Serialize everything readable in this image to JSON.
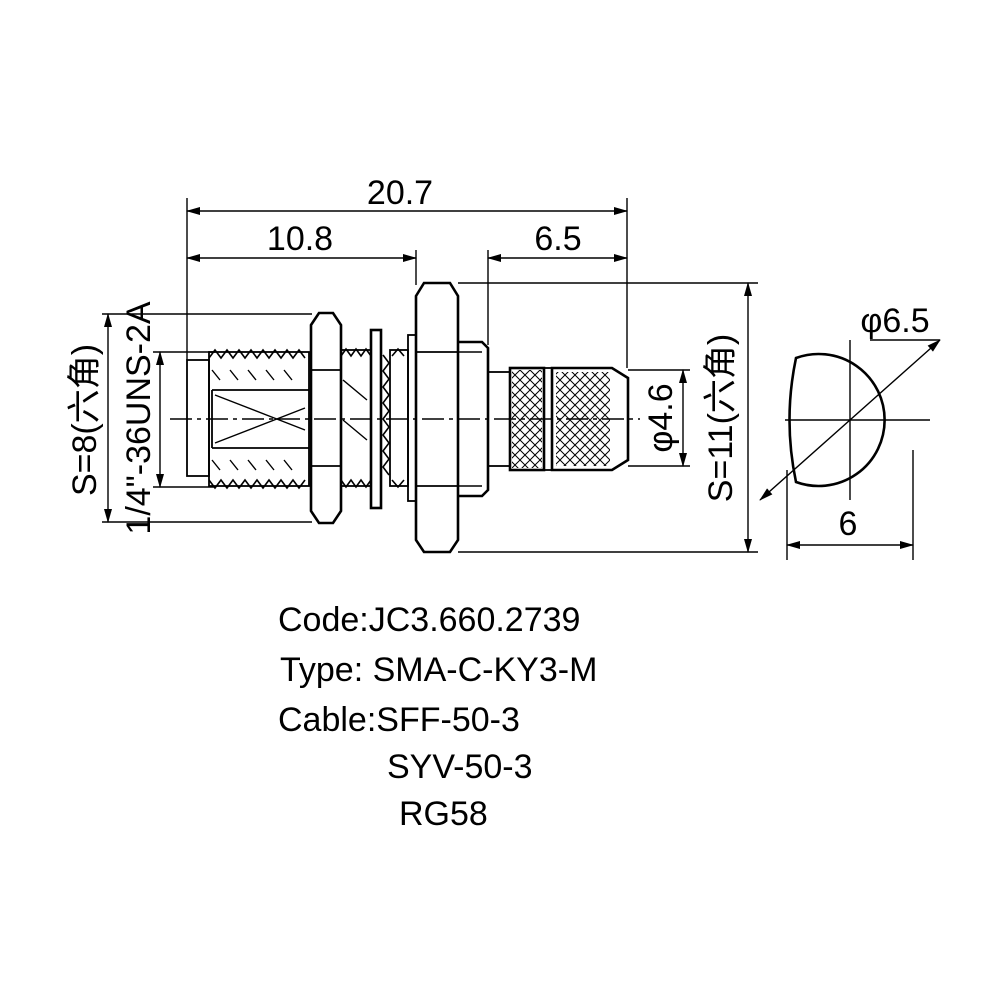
{
  "drawing": {
    "dim_overall": "20.7",
    "dim_thread_length": "10.8",
    "dim_crimp_length": "6.5",
    "dim_crimp_dia": "φ4.6",
    "dim_flat_dia": "φ6.5",
    "dim_flat_width": "6",
    "hex_small": "S=8(六角)",
    "hex_large": "S=11(六角)",
    "thread_spec": "1/4\"-36UNS-2A"
  },
  "info": {
    "code": "Code:JC3.660.2739",
    "type": "Type: SMA-C-KY3-M",
    "cable_1": "Cable:SFF-50-3",
    "cable_2": "SYV-50-3",
    "cable_3": "RG58"
  }
}
